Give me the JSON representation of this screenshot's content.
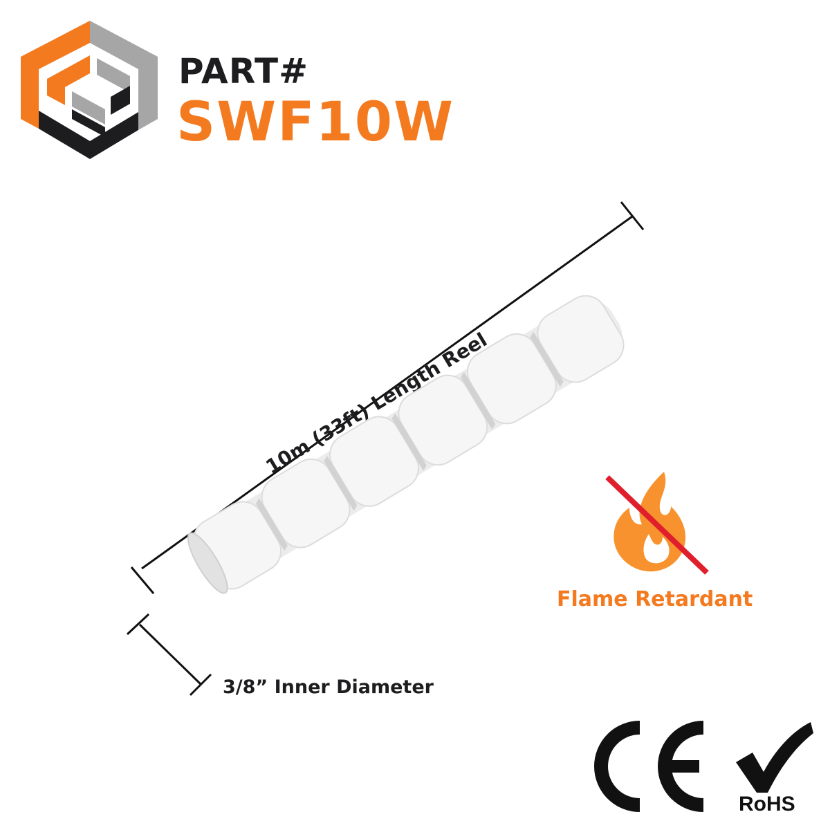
{
  "header": {
    "part_label": "PART#",
    "part_number": "SWF10W"
  },
  "brand": {
    "logo_icon": "hexagon-cube-logo",
    "colors": {
      "accent": "#f47a20",
      "dark": "#1d1d1f",
      "grey": "#a6a6a6"
    }
  },
  "product": {
    "image_icon": "white-spiral-wrap-tube",
    "length_label": "10m (33ft) Length Reel",
    "diameter_label": "3/8” Inner Diameter"
  },
  "feature": {
    "icon": "flame-crossed-icon",
    "label": "Flame Retardant",
    "colors": {
      "flame": "#f7922e",
      "strike": "#e01f2d"
    }
  },
  "certifications": {
    "ce_icon": "ce-mark-icon",
    "rohs_icon": "rohs-check-icon",
    "rohs_label": "RoHS"
  }
}
